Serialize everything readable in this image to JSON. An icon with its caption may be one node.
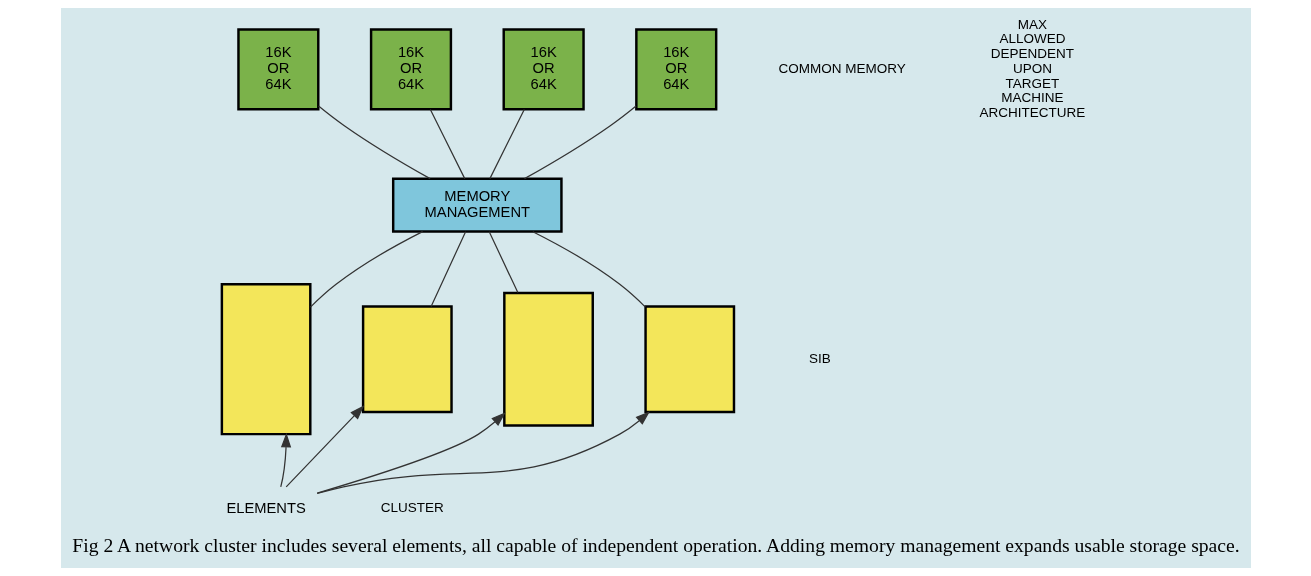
{
  "diagram": {
    "caption": "Fig 2 A network cluster includes several elements, all capable of independent operation. Adding memory management expands usable storage space.",
    "nodes": [
      {
        "text": [
          "16K OR 64K"
        ]
      },
      {
        "text": [
          "16K OR 64K"
        ]
      },
      {
        "text": [
          "16K OR 64K"
        ]
      },
      {
        "text": [
          "16K OR 64K"
        ]
      },
      {
        "text": [
          "MEMORY MANAGEMENT"
        ]
      },
      {
        "text": [],
        "shape": "box"
      },
      {
        "text": [],
        "shape": "box"
      },
      {
        "text": [],
        "shape": "box"
      },
      {
        "text": [],
        "shape": "box"
      },
      {
        "text": [
          "ELEMENTS"
        ]
      }
    ],
    "edges": [
      {
        "from": 0,
        "to": 4,
        "arrow": "none"
      },
      {
        "from": 1,
        "to": 4,
        "arrow": "none"
      },
      {
        "from": 2,
        "to": 4,
        "arrow": "none"
      },
      {
        "from": 3,
        "to": 4,
        "arrow": "none"
      },
      {
        "from": 4,
        "to": 5,
        "arrow": "none"
      },
      {
        "from": 4,
        "to": 6,
        "arrow": "none"
      },
      {
        "from": 4,
        "to": 7,
        "arrow": "none"
      },
      {
        "from": 4,
        "to": 8,
        "arrow": "none"
      },
      {
        "from": 9,
        "to": 5,
        "arrow": "to"
      },
      {
        "from": 9,
        "to": 6,
        "arrow": "to"
      },
      {
        "from": 9,
        "to": 7,
        "arrow": "to"
      },
      {
        "from": 9,
        "to": 8,
        "arrow": "to"
      }
    ],
    "labels": [
      "COMMON MEMORY",
      "MAX ALLOWED DEPENDENT UPON TARGET MACHINE ARCHITECTURE",
      "SIB",
      "CLUSTER"
    ]
  }
}
